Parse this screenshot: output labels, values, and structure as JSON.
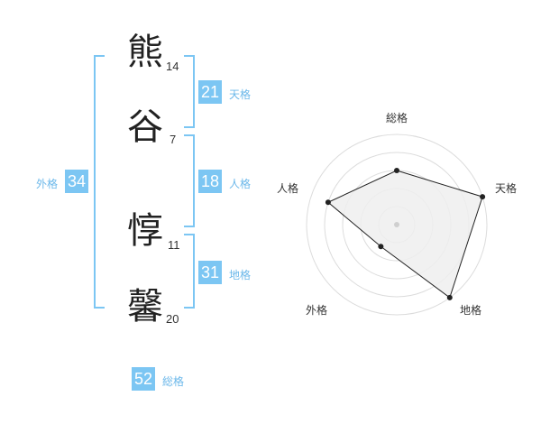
{
  "name": {
    "characters": [
      {
        "char": "熊",
        "strokes": "14"
      },
      {
        "char": "谷",
        "strokes": "7"
      },
      {
        "char": "惇",
        "strokes": "11"
      },
      {
        "char": "馨",
        "strokes": "20"
      }
    ]
  },
  "fortunes": {
    "tenkaku": {
      "value": "21",
      "label": "天格"
    },
    "jinkaku": {
      "value": "18",
      "label": "人格"
    },
    "chikaku": {
      "value": "31",
      "label": "地格"
    },
    "gaikaku": {
      "value": "34",
      "label": "外格"
    },
    "soukaku": {
      "value": "52",
      "label": "総格"
    }
  },
  "colors": {
    "accent": "#7cc6f3",
    "radar_fill": "#efefef",
    "radar_stroke": "#222222"
  },
  "chart_data": {
    "type": "radar",
    "axes": [
      "総格",
      "天格",
      "地格",
      "外格",
      "人格"
    ],
    "values": [
      0.6,
      1.0,
      1.0,
      0.3,
      0.8
    ],
    "rings": 5
  }
}
